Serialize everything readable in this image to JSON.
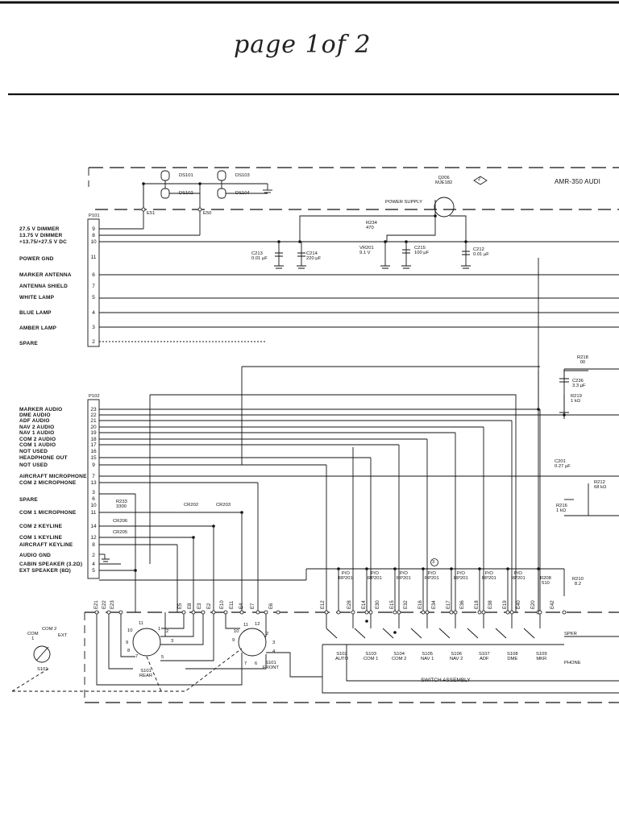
{
  "header": {
    "handwritten_title": "page 1of 2"
  },
  "unit_title": "AMR-350 AUDI",
  "connector_p101": {
    "name": "P101",
    "pins": [
      {
        "label": "27.5 V DIMMER",
        "pin": "9"
      },
      {
        "label": "13.75 V DIMMER",
        "pin": "8"
      },
      {
        "label": "+13.75/+27.5 V DC",
        "pin": "10"
      },
      {
        "label": "POWER GND",
        "pin": "11"
      },
      {
        "label": "MARKER ANTENNA",
        "pin": "6"
      },
      {
        "label": "ANTENNA SHIELD",
        "pin": "7"
      },
      {
        "label": "WHITE LAMP",
        "pin": "5"
      },
      {
        "label": "BLUE LAMP",
        "pin": "4"
      },
      {
        "label": "AMBER LAMP",
        "pin": "3"
      },
      {
        "label": "SPARE",
        "pin": "2"
      }
    ]
  },
  "connector_p102": {
    "name": "P102",
    "pins": [
      {
        "label": "MARKER AUDIO",
        "pin": "23"
      },
      {
        "label": "DME AUDIO",
        "pin": "22"
      },
      {
        "label": "ADF AUDIO",
        "pin": "21"
      },
      {
        "label": "NAV 2 AUDIO",
        "pin": "20"
      },
      {
        "label": "NAV 1 AUDIO",
        "pin": "19"
      },
      {
        "label": "COM 2 AUDIO",
        "pin": "18"
      },
      {
        "label": "COM 1 AUDIO",
        "pin": "17"
      },
      {
        "label": "NOT USED",
        "pin": "16"
      },
      {
        "label": "HEADPHONE OUT",
        "pin": "15"
      },
      {
        "label": "NOT USED",
        "pin": "9"
      },
      {
        "label": "AIRCRAFT MICROPHONE",
        "pin": "7"
      },
      {
        "label": "COM 2 MICROPHONE",
        "pin": "13"
      },
      {
        "label": "SPARE",
        "pin": "3"
      },
      {
        "label": "",
        "pin": "6"
      },
      {
        "label": "",
        "pin": "10"
      },
      {
        "label": "COM 1 MICROPHONE",
        "pin": "11"
      },
      {
        "label": "COM 2 KEYLINE",
        "pin": "14"
      },
      {
        "label": "COM 1 KEYLINE",
        "pin": "12"
      },
      {
        "label": "AIRCRAFT KEYLINE",
        "pin": "8"
      },
      {
        "label": "AUDIO GND",
        "pin": "2"
      },
      {
        "label": "CABIN SPEAKER (3.2Ω)",
        "pin": "4"
      },
      {
        "label": "EXT SPEAKER (8Ω)",
        "pin": "5"
      }
    ]
  },
  "lamps": [
    "DS101",
    "DS102",
    "DS103",
    "DS104"
  ],
  "test_points": {
    "e51": "E51",
    "e50": "E50"
  },
  "power_supply": {
    "label": "POWER SUPPLY",
    "q206": "Q206\nMJE182",
    "note2": "2",
    "r234": "R234\n470",
    "vr201": "VR201\n9.1 V",
    "c213": "C213\n0.01 µF",
    "c214": "C214\n220 µF",
    "c215": "C215\n100 µF",
    "c212": "C212\n0.01 µF"
  },
  "right_parts": {
    "r218": "R218\n00",
    "c236": "C236\n3.3 µF",
    "r219": "R219\n1 kΩ",
    "c201": "C201\n0.27 µF",
    "r212": "R212\n68 kΩ",
    "r216": "R216\n1 kΩ"
  },
  "mid_parts": {
    "r233": "R233\n3300",
    "cr202": "CR202",
    "cr203": "CR203",
    "cr206": "CR206",
    "cr205": "CR205"
  },
  "resistors_rp201": [
    "P/O\nRP201",
    "P/O\nRP201",
    "P/O\nRP201",
    "P/O\nRP201",
    "P/O\nRP201",
    "P/O\nRP201",
    "P/O\nRP201"
  ],
  "r208": "R208\n510",
  "r210": "R210\n8.2",
  "note3": "3",
  "e_points_left": [
    "E21",
    "E22",
    "E23",
    "E5",
    "E8",
    "E3",
    "E2",
    "E10",
    "E11",
    "E4",
    "E7",
    "E6"
  ],
  "e_points_right": [
    "E12",
    "E28",
    "E14",
    "E30",
    "E15",
    "E32",
    "E16",
    "E34",
    "E17",
    "E36",
    "E18",
    "E38",
    "E19",
    "E40",
    "E20",
    "E42"
  ],
  "switches": [
    {
      "name": "S102",
      "label": "AUTO"
    },
    {
      "name": "S103",
      "label": "COM 1"
    },
    {
      "name": "S104",
      "label": "COM 2"
    },
    {
      "name": "S105",
      "label": "NAV 1"
    },
    {
      "name": "S106",
      "label": "NAV 2"
    },
    {
      "name": "S107",
      "label": "ADF"
    },
    {
      "name": "S108",
      "label": "DME"
    },
    {
      "name": "S109",
      "label": "MKR"
    }
  ],
  "spkr": "SPKR",
  "phone": "PHONE",
  "switch_assembly": "SWITCH ASSEMBLY",
  "rotary": {
    "s101_rear": "S101\nREAR",
    "s101_front": "S101\nFRONT",
    "selector": "S101",
    "pos_com1": "COM\n1",
    "pos_com2": "COM 2",
    "pos_ext": "EXT",
    "rear_pins": [
      "11",
      "10",
      "1",
      "2",
      "3",
      "9",
      "8",
      "7",
      "5"
    ],
    "front_pins": [
      "11",
      "12",
      "10",
      "9",
      "2",
      "3",
      "4",
      "7",
      "6"
    ]
  }
}
